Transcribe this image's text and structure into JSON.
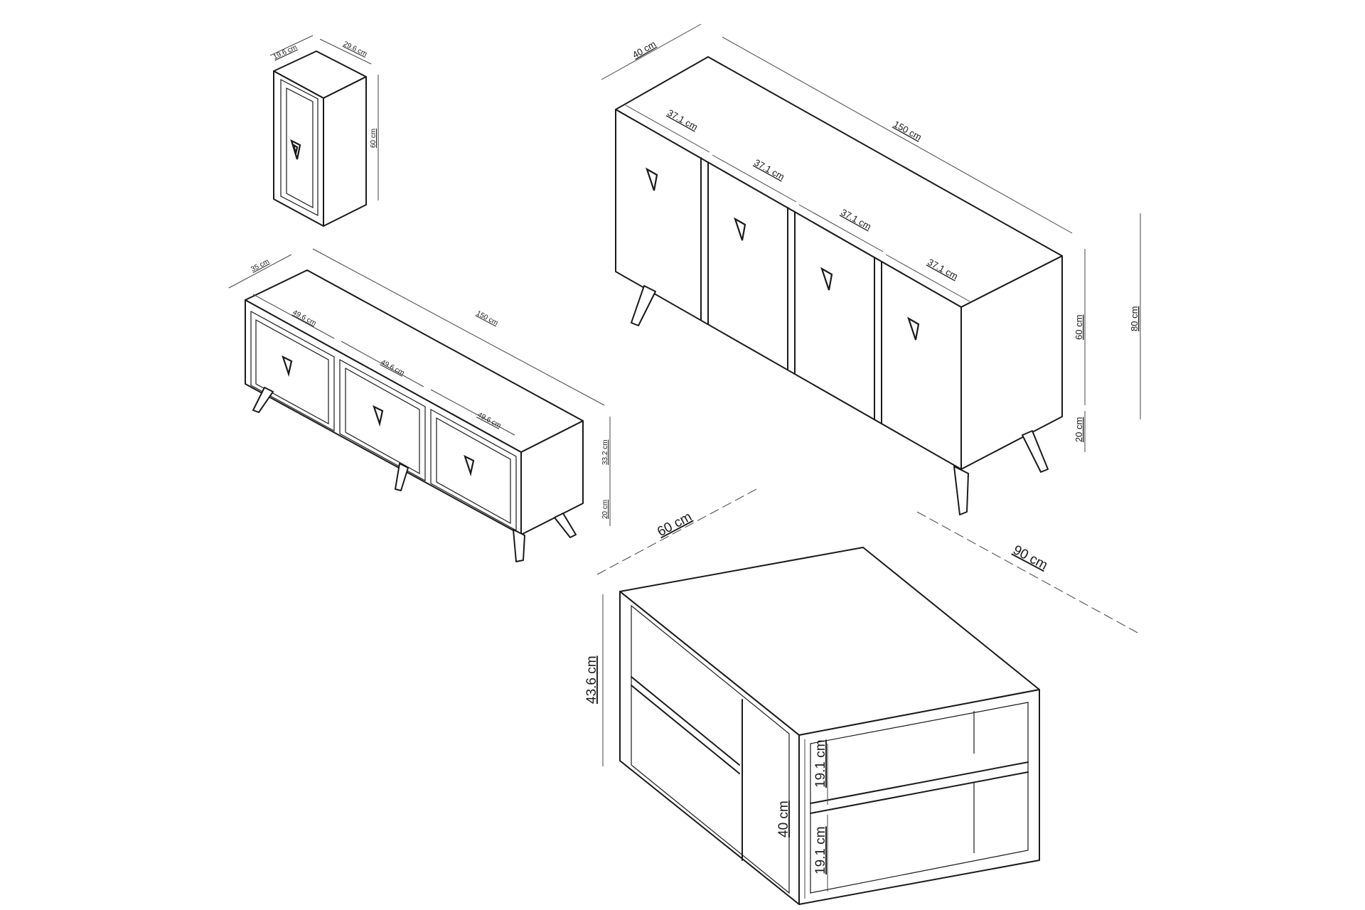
{
  "wall_cabinet": {
    "depth": "19.6 cm",
    "width": "29.6 cm",
    "height": "60 cm"
  },
  "tv_unit": {
    "depth": "35 cm",
    "length": "150 cm",
    "drawer_1": "49.6 cm",
    "drawer_2": "49.6 cm",
    "drawer_3": "49.6 cm",
    "body_height": "33.2 cm",
    "leg_height": "20 cm"
  },
  "sideboard": {
    "depth": "40 cm",
    "length": "150 cm",
    "door_1": "37.1 cm",
    "door_2": "37.1 cm",
    "door_3": "37.1 cm",
    "door_4": "37.1 cm",
    "body_height": "60 cm",
    "total_height": "80 cm",
    "leg_height": "20 cm"
  },
  "coffee_table": {
    "depth": "60 cm",
    "width": "90 cm",
    "height": "43.6 cm",
    "shelf_height": "40 cm",
    "upper_gap": "19.1 cm",
    "lower_gap": "19.1 cm"
  }
}
